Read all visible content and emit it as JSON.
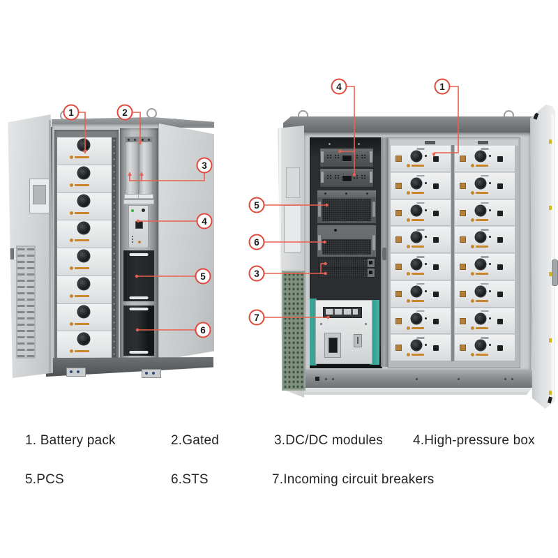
{
  "figure": {
    "type": "product-structure-diagram",
    "subject": "battery energy storage cabinets with numbered component callouts"
  },
  "colors": {
    "callout_ring_red": "#e0493c",
    "leader_line_red": "#e8604f",
    "brand_orange": "#c8862b",
    "vent_green": "#7e917e",
    "teal_accent": "#3ba393",
    "cabinet_gray": "#c9ccce",
    "dark_module": "#232528"
  },
  "left_cabinet": {
    "battery_pack_count": 8,
    "callouts": [
      {
        "n": "1"
      },
      {
        "n": "2"
      },
      {
        "n": "3"
      },
      {
        "n": "4"
      },
      {
        "n": "5"
      },
      {
        "n": "6"
      }
    ]
  },
  "right_cabinet": {
    "battery_pack_rows": 8,
    "battery_pack_columns": 2,
    "callouts": [
      {
        "n": "4"
      },
      {
        "n": "1"
      },
      {
        "n": "5"
      },
      {
        "n": "6"
      },
      {
        "n": "3"
      },
      {
        "n": "7"
      }
    ]
  },
  "legend": {
    "items": [
      {
        "text": "1. Battery pack"
      },
      {
        "text": "2.Gated"
      },
      {
        "text": "3.DC/DC modules"
      },
      {
        "text": "4.High-pressure box"
      },
      {
        "text": "5.PCS"
      },
      {
        "text": "6.STS"
      },
      {
        "text": "7.Incoming circuit breakers"
      }
    ]
  }
}
